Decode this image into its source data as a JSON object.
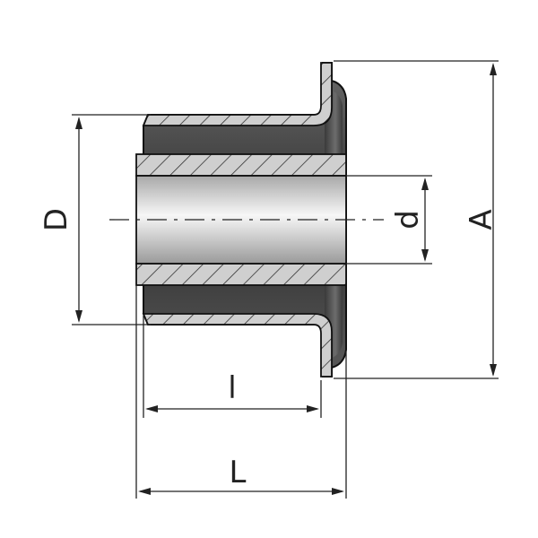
{
  "dimensions": {
    "outer_diameter": "D",
    "bore_diameter": "d",
    "flange_diameter": "A",
    "inner_length": "l",
    "overall_length": "L"
  },
  "colors": {
    "line": "#222222",
    "body_dark": "#4a4a4a",
    "hatch_fill": "#c8c8c8",
    "bore_light": "#f4f4f4"
  }
}
